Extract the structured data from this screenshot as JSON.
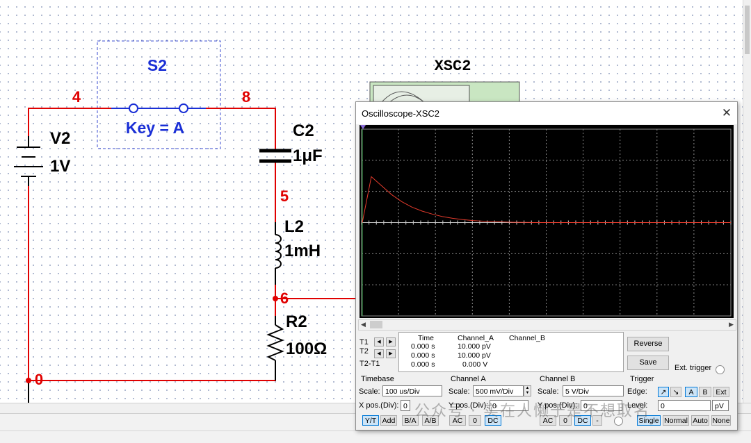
{
  "schematic": {
    "switch": {
      "name": "S2",
      "key_label": "Key = A"
    },
    "source": {
      "name": "V2",
      "value": "1V"
    },
    "capacitor": {
      "name": "C2",
      "value": "1μF"
    },
    "inductor": {
      "name": "L2",
      "value": "1mH"
    },
    "resistor": {
      "name": "R2",
      "value": "100Ω"
    },
    "nodes": [
      "4",
      "8",
      "5",
      "6",
      "0"
    ],
    "instrument_label": "XSC2",
    "wire_color": "#e00000",
    "label_color": "#1a2fd6"
  },
  "oscilloscope": {
    "title": "Oscilloscope-XSC2",
    "close_glyph": "✕",
    "screen": {
      "background": "#000000",
      "grid_color": "#8a8a8a",
      "trace_a_color": "#e43b2c",
      "trace_a_samples": [
        0,
        0.92,
        0.74,
        0.56,
        0.42,
        0.31,
        0.23,
        0.17,
        0.12,
        0.085,
        0.06,
        0.04,
        0.028,
        0.018,
        0.012,
        0.006,
        0.003,
        0,
        0,
        0,
        0,
        0
      ]
    },
    "cursor_labels": {
      "t1": "T1",
      "t2": "T2",
      "diff": "T2-T1"
    },
    "readout": {
      "headers": {
        "time": "Time",
        "a": "Channel_A",
        "b": "Channel_B"
      },
      "rows": [
        {
          "time": "0.000 s",
          "a": "10.000 pV",
          "b": ""
        },
        {
          "time": "0.000 s",
          "a": "10.000 pV",
          "b": ""
        },
        {
          "time": "0.000 s",
          "a": "0.000 V",
          "b": ""
        }
      ]
    },
    "buttons": {
      "reverse": "Reverse",
      "save": "Save",
      "ext_trigger": "Ext. trigger"
    },
    "timebase": {
      "title": "Timebase",
      "scale_label": "Scale:",
      "scale": "100 us/Div",
      "xpos_label": "X pos.(Div):",
      "xpos": "0",
      "modes": [
        "Y/T",
        "Add",
        "B/A",
        "A/B"
      ],
      "active_mode": "Y/T"
    },
    "channel_a": {
      "title": "Channel A",
      "scale_label": "Scale:",
      "scale": "500 mV/Div",
      "ypos_label": "Y pos.(Div):",
      "ypos": "0",
      "coupling": [
        "AC",
        "0",
        "DC"
      ],
      "active_coupling": "DC"
    },
    "channel_b": {
      "title": "Channel B",
      "scale_label": "Scale:",
      "scale": "5  V/Div",
      "ypos_label": "Y pos.(Div):",
      "ypos": "0",
      "coupling": [
        "AC",
        "0",
        "DC",
        "-"
      ],
      "active_coupling": "DC"
    },
    "trigger": {
      "title": "Trigger",
      "edge_label": "Edge:",
      "edge_buttons": [
        "A",
        "B",
        "Ext"
      ],
      "active_source": "A",
      "level_label": "Level:",
      "level": "0",
      "level_unit": "pV",
      "modes": [
        "Single",
        "Normal",
        "Auto",
        "None"
      ],
      "active_mode": "Single"
    }
  },
  "watermark": "公众号 · 实在人懒于是不想取名"
}
